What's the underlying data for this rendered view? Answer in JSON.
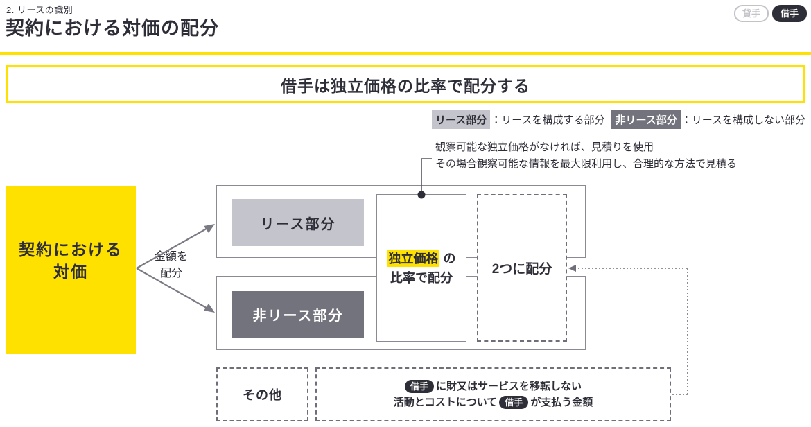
{
  "header": {
    "breadcrumb": "2. リースの識別",
    "title": "契約における対価の配分",
    "badges": {
      "lessor": "貸手",
      "lessee": "借手"
    }
  },
  "statement": {
    "text": "借手は独立価格の比率で配分する"
  },
  "legend": {
    "lease_chip": "リース部分",
    "lease_desc": "：リースを構成する部分",
    "non_lease_chip": "非リース部分",
    "non_lease_desc": "：リースを構成しない部分"
  },
  "annotation": {
    "line1": "観察可能な独立価格がなければ、見積りを使用",
    "line2": "その場合観察可能な情報を最大限利用し、合理的な方法で見積る"
  },
  "diagram": {
    "source_box": {
      "line1": "契約における",
      "line2": "対価"
    },
    "arrow_label": {
      "line1": "金額を",
      "line2": "配分"
    },
    "lease_box": "リース部分",
    "non_lease_box": "非リース部分",
    "allocation_box": {
      "highlight": "独立価格",
      "suffix": " の",
      "line2": "比率で配分"
    },
    "split_box": "2つに配分",
    "other_box": "その他",
    "payment_box": {
      "badge": "借手",
      "line1_after": "に財又はサービスを移転しない",
      "line2_before": "活動とコストについて",
      "line2_after": "が支払う金額"
    }
  },
  "colors": {
    "accent_yellow": "#FFE100",
    "dark": "#2E2E38",
    "light_gray": "#C4C4CC",
    "dark_gray": "#73737D"
  }
}
